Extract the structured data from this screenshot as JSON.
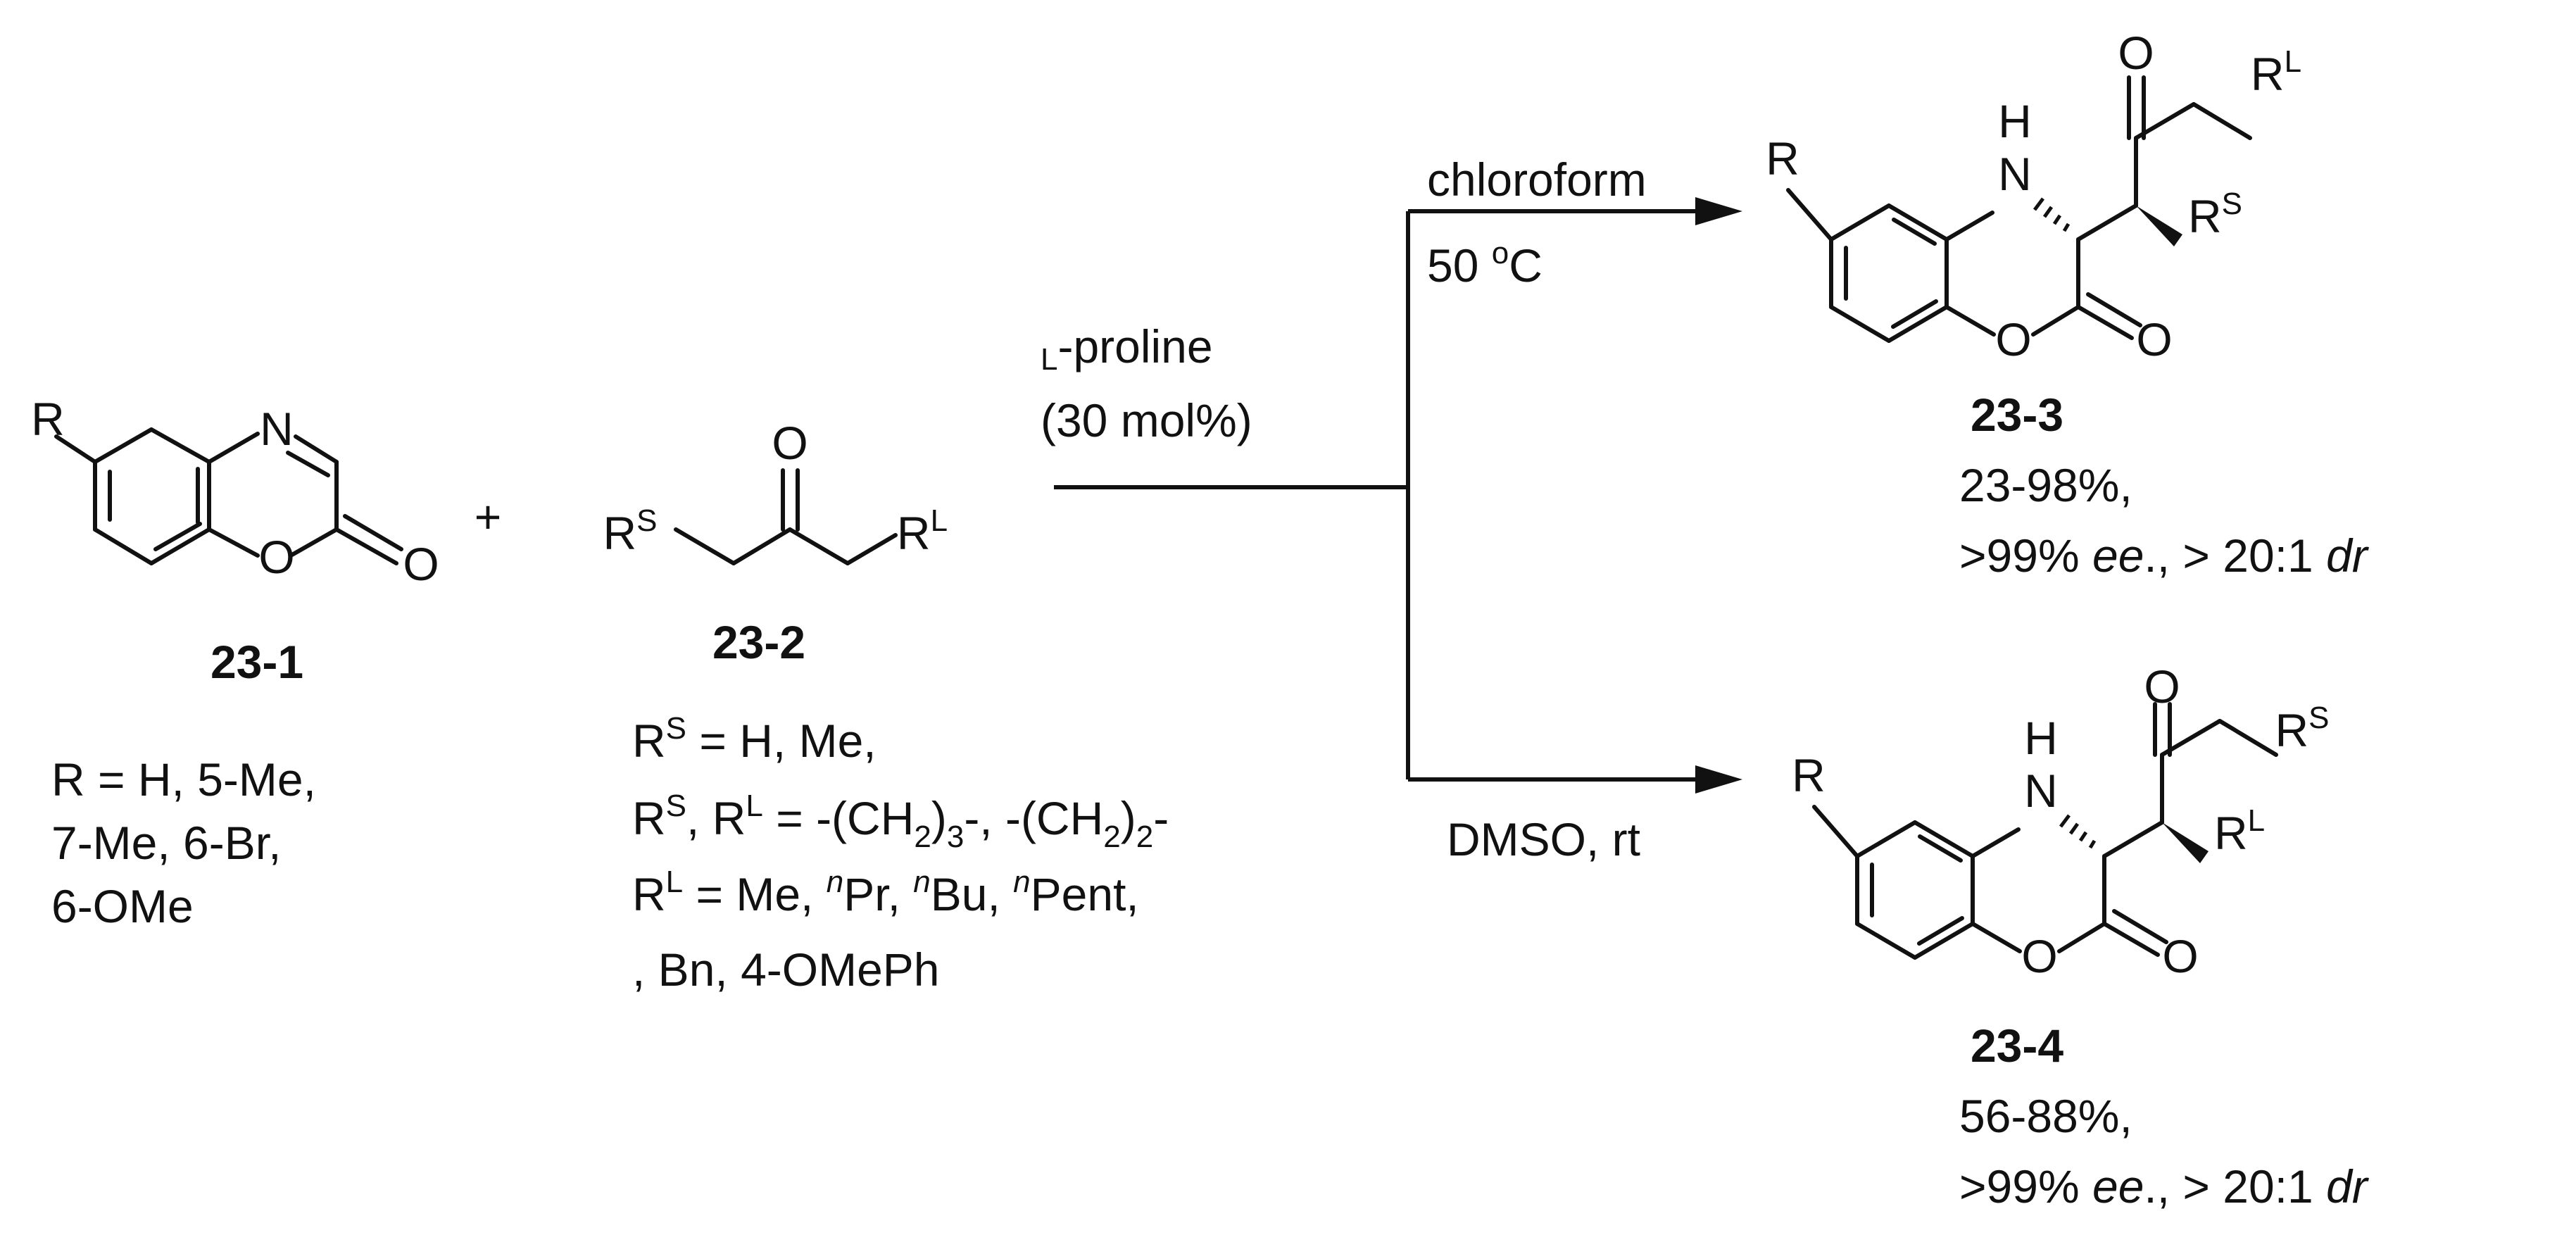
{
  "reactant1": {
    "label": "23-1",
    "atoms": {
      "N": "N",
      "O_ring": "O",
      "O_carbonyl": "O",
      "R": "R"
    },
    "substituents": [
      "R = H, 5-Me,",
      "7-Me, 6-Br,",
      "6-OMe"
    ]
  },
  "plus": "+",
  "reactant2": {
    "label": "23-2",
    "atoms": {
      "O": "O",
      "R": "R",
      "S": "S",
      "L": "L"
    },
    "conditions": {
      "line1": {
        "r": "R",
        "s": "S",
        "rest": " = H, Me,"
      },
      "line2": {
        "r1": "R",
        "s": "S",
        "mid": ", R",
        "l": "L",
        "p1": " = -(CH",
        "n1": "2",
        "p2": ")",
        "n2": "3",
        "p3": "-, -(CH",
        "n3": "2",
        "p4": ")",
        "n4": "2",
        "p5": "-"
      },
      "line3": {
        "r": "R",
        "l": "L",
        "p1": " = Me, ",
        "n": "n",
        "pr": "Pr, ",
        "bu": "Bu, ",
        "pent": "Pent,"
      },
      "line4": ", Bn, 4-OMePh"
    }
  },
  "catalyst": {
    "l": "L",
    "name": "-proline",
    "loading": "(30 mol%)"
  },
  "branch_top": {
    "solvent": "chloroform",
    "temp_value": "50 ",
    "temp_deg": "o",
    "temp_unit": "C"
  },
  "branch_bottom": {
    "conditions": "DMSO, rt"
  },
  "product1": {
    "label": "23-3",
    "atoms": {
      "H": "H",
      "N": "N",
      "O_ring": "O",
      "O_lactone": "O",
      "O_ketone": "O",
      "R": "R",
      "S": "S",
      "L": "L"
    },
    "yield": "23-98%,",
    "selectivity": {
      "p1": ">99% ",
      "ee": "ee",
      "p2": "., > 20:1 ",
      "dr": "dr"
    }
  },
  "product2": {
    "label": "23-4",
    "atoms": {
      "H": "H",
      "N": "N",
      "O_ring": "O",
      "O_lactone": "O",
      "O_ketone": "O",
      "R": "R",
      "S": "S",
      "L": "L"
    },
    "yield": "56-88%,",
    "selectivity": {
      "p1": ">99% ",
      "ee": "ee",
      "p2": "., > 20:1 ",
      "dr": "dr"
    }
  }
}
